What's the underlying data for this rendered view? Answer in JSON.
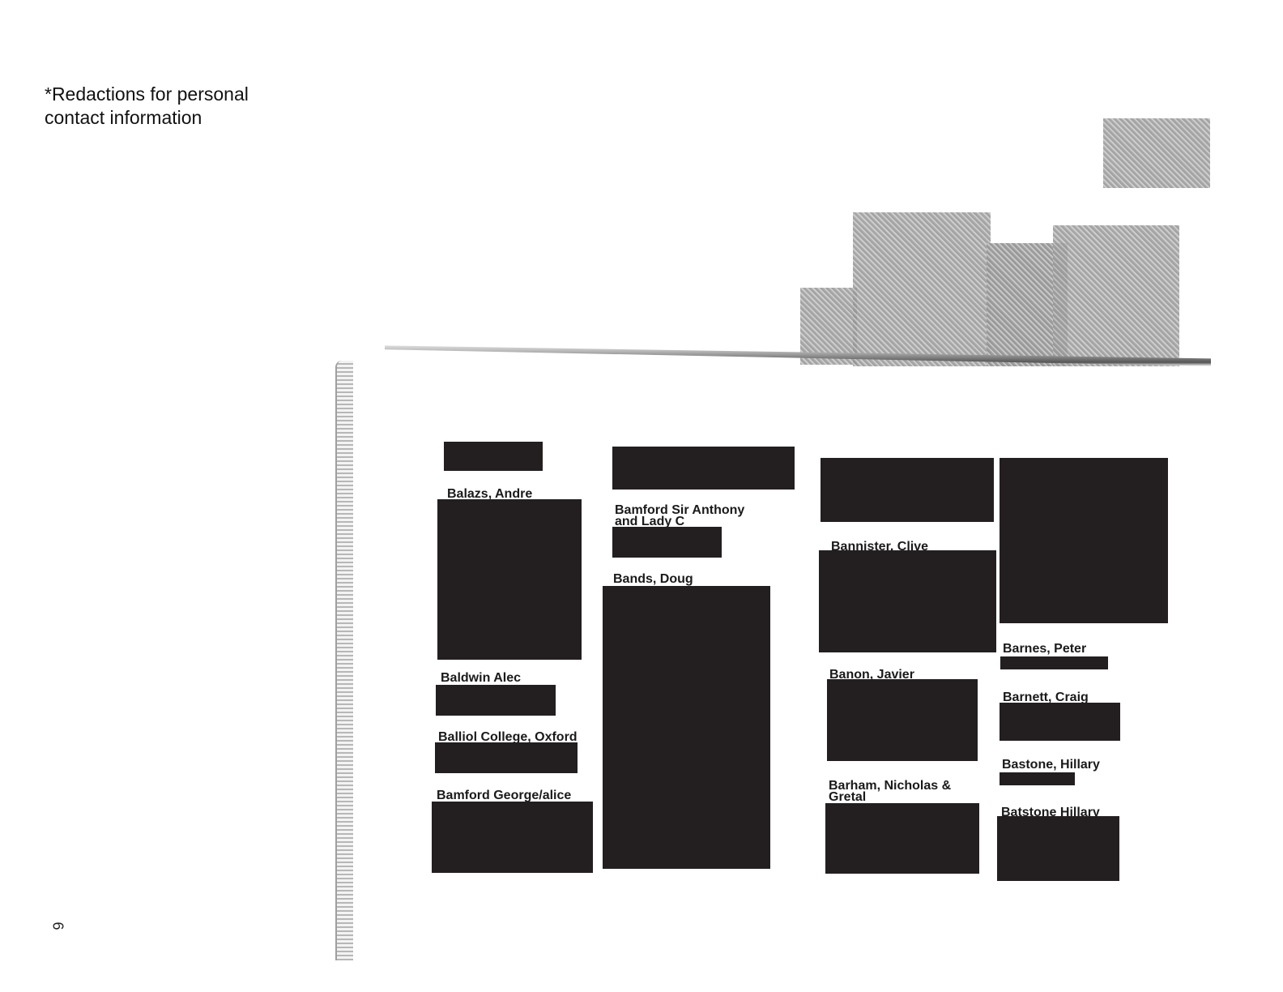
{
  "note": "*Redactions for personal contact information",
  "page_number": "6",
  "entries": [
    {
      "name": "Balazs, Andre"
    },
    {
      "name": "Baldwin Alec"
    },
    {
      "name": "Balliol College, Oxford"
    },
    {
      "name": "Bamford George/alice"
    },
    {
      "name": "Bamford Sir Anthony\nand Lady C"
    },
    {
      "name": "Bands, Doug"
    },
    {
      "name": "Bannister, Clive"
    },
    {
      "name": "Banon, Javier"
    },
    {
      "name": "Barham, Nicholas  &\nGretal"
    },
    {
      "name": "Barnes, Peter"
    },
    {
      "name": "Barnett, Craig"
    },
    {
      "name": "Bastone, Hillary"
    },
    {
      "name": "Batstone Hillary"
    }
  ],
  "colors": {
    "redaction": "#231f20"
  }
}
